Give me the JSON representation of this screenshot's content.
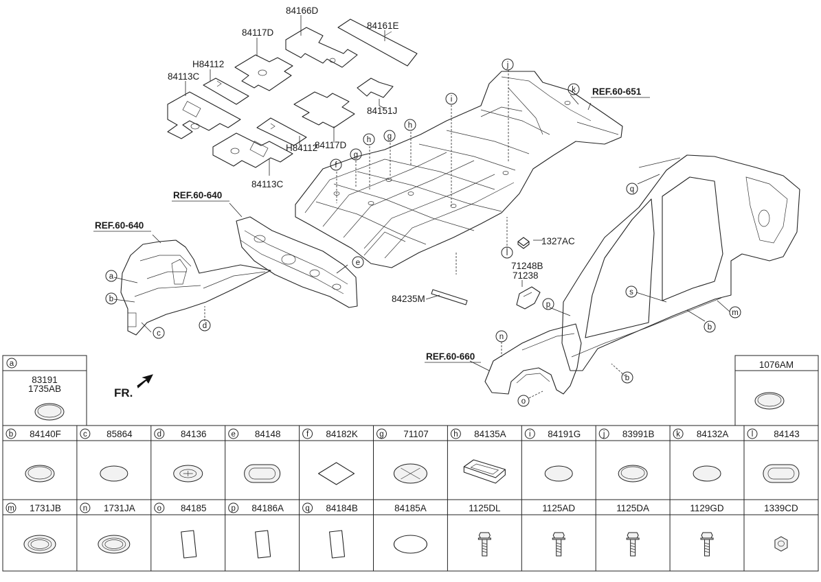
{
  "part_labels": {
    "p84166D": "84166D",
    "p84161E": "84161E",
    "p84117D_top": "84117D",
    "pH84112_top": "H84112",
    "p84113C_top": "84113C",
    "p84151J": "84151J",
    "p84117D_mid": "84117D",
    "pH84112_mid": "H84112",
    "p84113C_bot": "84113C",
    "p1327AC": "1327AC",
    "p71248B": "71248B",
    "p71238": "71238",
    "p84235M": "84235M"
  },
  "refs": {
    "ref651": "REF.60-651",
    "ref640a": "REF.60-640",
    "ref640b": "REF.60-640",
    "ref660": "REF.60-660"
  },
  "front_marker": "FR.",
  "callouts": {
    "a": "a",
    "b": "b",
    "c": "c",
    "d": "d",
    "e": "e",
    "f": "f",
    "g": "g",
    "h": "h",
    "i": "i",
    "j": "j",
    "k": "k",
    "l": "l",
    "m": "m",
    "n": "n",
    "o": "o",
    "p": "p",
    "q": "q",
    "s": "s"
  },
  "table_special": {
    "a_letter": "a",
    "a_code1": "83191",
    "a_code2": "1735AB",
    "right_code": "1076AM"
  },
  "table_row1": [
    {
      "letter": "b",
      "code": "84140F",
      "icon": "plug-flat-icon"
    },
    {
      "letter": "c",
      "code": "85864",
      "icon": "plug-disc-icon"
    },
    {
      "letter": "d",
      "code": "84136",
      "icon": "plug-cross-icon"
    },
    {
      "letter": "e",
      "code": "84148",
      "icon": "plug-oblong-icon"
    },
    {
      "letter": "f",
      "code": "84182K",
      "icon": "pad-square-icon"
    },
    {
      "letter": "g",
      "code": "71107",
      "icon": "plug-x-icon"
    },
    {
      "letter": "h",
      "code": "84135A",
      "icon": "plug-rect-icon"
    },
    {
      "letter": "i",
      "code": "84191G",
      "icon": "plug-disc-icon"
    },
    {
      "letter": "j",
      "code": "83991B",
      "icon": "plug-flat-icon"
    },
    {
      "letter": "k",
      "code": "84132A",
      "icon": "plug-disc-icon"
    },
    {
      "letter": "l",
      "code": "84143",
      "icon": "plug-oblong-icon"
    }
  ],
  "table_row2": [
    {
      "letter": "m",
      "code": "1731JB",
      "icon": "grommet-ring-icon"
    },
    {
      "letter": "n",
      "code": "1731JA",
      "icon": "grommet-ring-icon"
    },
    {
      "letter": "o",
      "code": "84185",
      "icon": "pad-tall-icon"
    },
    {
      "letter": "p",
      "code": "84186A",
      "icon": "pad-tall-icon"
    },
    {
      "letter": "q",
      "code": "84184B",
      "icon": "pad-tall-icon"
    },
    {
      "letter": "",
      "code": "84185A",
      "icon": "pad-oval-icon"
    },
    {
      "letter": "",
      "code": "1125DL",
      "icon": "bolt-icon"
    },
    {
      "letter": "",
      "code": "1125AD",
      "icon": "bolt-icon"
    },
    {
      "letter": "",
      "code": "1125DA",
      "icon": "bolt-icon"
    },
    {
      "letter": "",
      "code": "1129GD",
      "icon": "bolt-icon"
    },
    {
      "letter": "",
      "code": "1339CD",
      "icon": "nut-icon"
    }
  ]
}
